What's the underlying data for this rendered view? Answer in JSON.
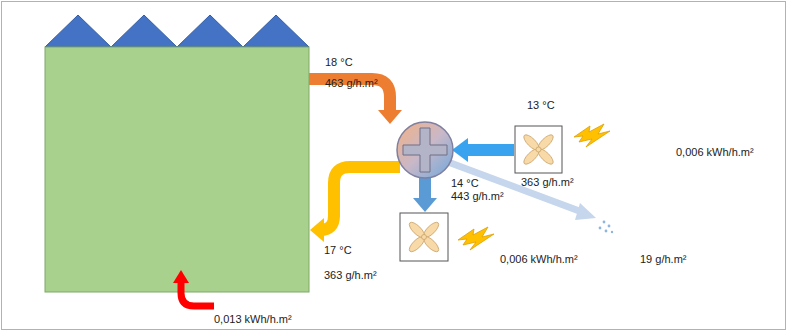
{
  "diagram": {
    "labels": [
      "18 °C",
      "463 g/h.m²",
      "13 °C",
      "363 g/h.m²",
      "0,006 kWh/h.m²",
      "14 °C",
      "443 g/h.m²",
      "19 g/h.m²",
      "17 °C",
      "363 g/h.m²",
      "0,006 kWh/h.m²",
      "0,013 kWh/h.m²"
    ]
  }
}
